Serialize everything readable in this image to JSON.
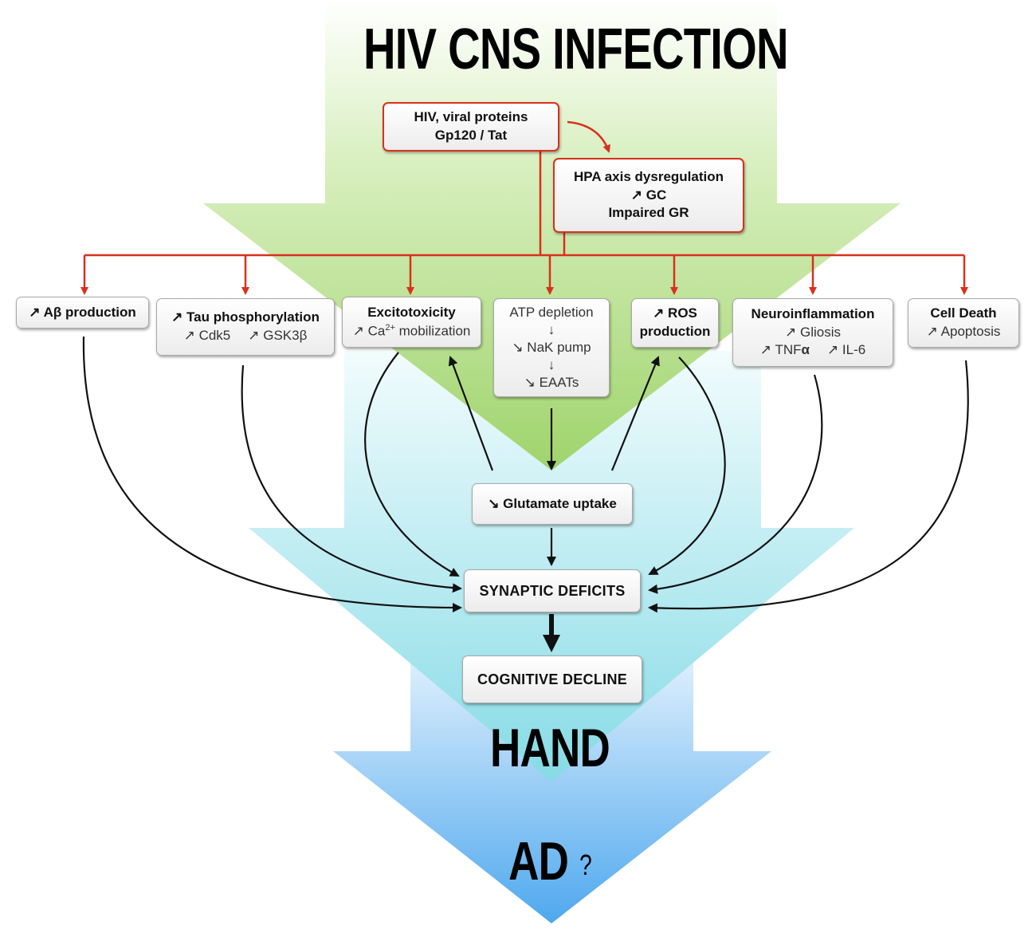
{
  "title": "HIV CNS INFECTION",
  "bottom_labels": {
    "hand": "HAND",
    "ad": "AD",
    "ad_mark": "?"
  },
  "colors": {
    "green": "#a9d877",
    "cyan": "#8ee0e8",
    "blue": "#5fb3f0",
    "red_line": "#d9301c",
    "black_line": "#111111"
  },
  "nodes": {
    "hiv": {
      "line1": "HIV, viral proteins",
      "line2": "Gp120 / Tat"
    },
    "hpa": {
      "line1": "HPA axis dysregulation",
      "line2": "↗ GC",
      "line3": "Impaired GR"
    },
    "abeta": {
      "line1": "↗ Aβ production"
    },
    "tau": {
      "line1": "↗ Tau phosphorylation",
      "sub1": "↗ Cdk5",
      "sub2": "↗ GSK3β"
    },
    "excito": {
      "line1": "Excitotoxicity",
      "line2_prefix": "↗ Ca",
      "line2_sup": "2+",
      "line2_suffix": " mobilization"
    },
    "atp": {
      "line1": "ATP depletion",
      "arrow1": "↓",
      "line2": "↘ NaK pump",
      "arrow2": "↓",
      "line3": "↘ EAATs"
    },
    "ros": {
      "line1": "↗ ROS",
      "line2": "production"
    },
    "neuro": {
      "line1": "Neuroinflammation",
      "line2": "↗ Gliosis",
      "sub1_prefix": "↗ TNF",
      "sub1_bold": "α",
      "sub2": "↗ IL-6"
    },
    "death": {
      "line1": "Cell Death",
      "line2": "↗ Apoptosis"
    },
    "glut": {
      "line1": "↘ Glutamate uptake"
    },
    "synaptic": {
      "line1": "SYNAPTIC DEFICITS"
    },
    "cognitive": {
      "line1": "COGNITIVE DECLINE"
    }
  }
}
